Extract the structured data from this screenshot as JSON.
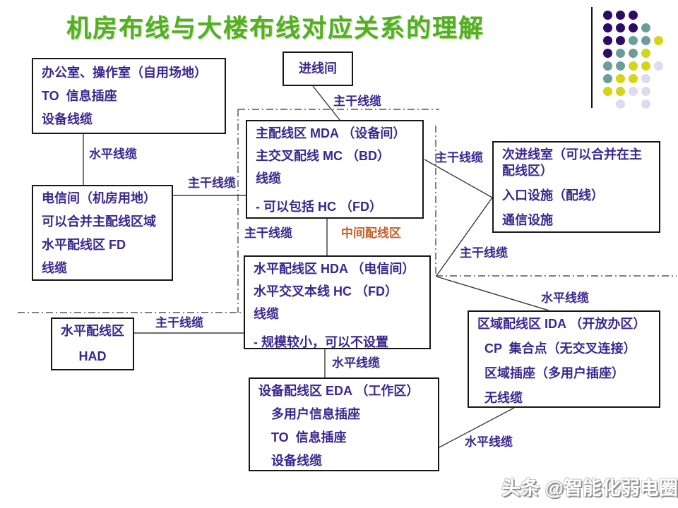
{
  "title": {
    "text": "机房布线与大楼布线对应关系的理解",
    "color": "#54ae28"
  },
  "colors": {
    "box_text": "#3a278f",
    "highlight_orange": "#c4602c",
    "line": "#3a3a3a",
    "border": "#161616"
  },
  "boxes": {
    "office": {
      "lines": [
        "办公室、操作室（自用场地）",
        "TO  信息插座",
        "设备线缆"
      ]
    },
    "entrance": {
      "lines": [
        "进线间"
      ]
    },
    "mda": {
      "lines": [
        "主配线区 MDA （设备间）",
        "主交叉配线 MC （BD）",
        "线缆",
        "- 可以包括 HC （FD）"
      ]
    },
    "telecom": {
      "lines": [
        "电信间（机房用地）",
        "可以合并主配线区域",
        "水平配线区 FD",
        "线缆"
      ]
    },
    "secondary": {
      "lines": [
        "次进线室（可以合并在主配线区）",
        "入口设施（配线）",
        "通信设施"
      ]
    },
    "hda": {
      "lines": [
        "水平配线区 HDA （电信间）",
        "水平交叉本线 HC （FD）",
        "线缆",
        "- 规模较小，可以不设置"
      ]
    },
    "had": {
      "lines": [
        "水平配线区",
        "HAD"
      ]
    },
    "ida": {
      "lines": [
        "区域配线区 IDA （开放办区）",
        "CP  集合点（无交叉连接）",
        "区域插座（多用户插座）",
        "无线缆"
      ]
    },
    "eda": {
      "lines": [
        "设备配线区 EDA （工作区）",
        "多用户信息插座",
        "TO  信息插座",
        "设备线缆"
      ]
    }
  },
  "labels": {
    "office_telecom": "水平线缆",
    "entrance_mda": "主干线缆",
    "telecom_mda": "主干线缆",
    "mda_below": "主干线缆",
    "intermediate_zone": "中间配线区",
    "secondary_left": "主干线缆",
    "secondary_below": "主干线缆",
    "ida_above": "水平线缆",
    "had_hda": "主干线缆",
    "hda_eda": "水平线缆",
    "eda_ida": "水平线缆"
  },
  "watermark": {
    "text": "头条 @智能化弱电圈"
  },
  "decoration": {
    "palette": {
      "P": "#2d0a66",
      "T": "#6d9c9c",
      "Y": "#d4d418",
      "L": "#dcdcee"
    },
    "grid": [
      [
        "P",
        "P",
        "P",
        "",
        ""
      ],
      [
        "P",
        "P",
        "P",
        "T",
        ""
      ],
      [
        "P",
        "P",
        "T",
        "T",
        "Y"
      ],
      [
        "P",
        "T",
        "T",
        "Y",
        ""
      ],
      [
        "T",
        "T",
        "Y",
        "Y",
        "L"
      ],
      [
        "T",
        "Y",
        "Y",
        "L",
        ""
      ],
      [
        "Y",
        "Y",
        "L",
        "L",
        ""
      ],
      [
        "",
        "L",
        "",
        "L",
        ""
      ]
    ]
  }
}
